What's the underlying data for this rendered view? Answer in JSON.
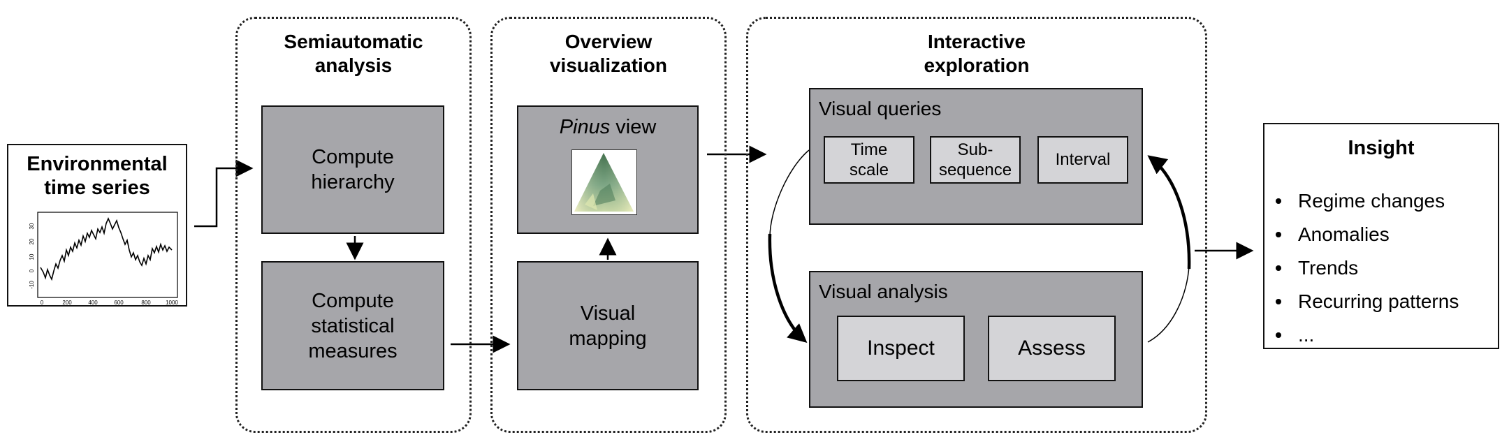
{
  "input": {
    "title": "Environmental time series",
    "chart": {
      "y_ticks": [
        "-10",
        "0",
        "10",
        "20",
        "30"
      ],
      "x_ticks": [
        "0",
        "200",
        "400",
        "600",
        "800",
        "1000"
      ]
    }
  },
  "stages": {
    "semiauto": {
      "title": "Semiautomatic analysis",
      "box1": "Compute hierarchy",
      "box2": "Compute statistical measures"
    },
    "overview": {
      "title": "Overview visualization",
      "pinus_italic": "Pinus",
      "pinus_rest": " view",
      "mapping": "Visual mapping"
    },
    "interactive": {
      "title": "Interactive exploration",
      "queries_label": "Visual queries",
      "query_items": [
        "Time scale",
        "Sub- sequence",
        "Interval"
      ],
      "analysis_label": "Visual analysis",
      "analysis_items": [
        "Inspect",
        "Assess"
      ]
    }
  },
  "insight": {
    "title": "Insight",
    "items": [
      "Regime changes",
      "Anomalies",
      "Trends",
      "Recurring patterns",
      "..."
    ]
  },
  "colors": {
    "gray_box": "#a6a6aa",
    "light_box": "#d4d4d7",
    "pinus_green": "#7fa887"
  }
}
